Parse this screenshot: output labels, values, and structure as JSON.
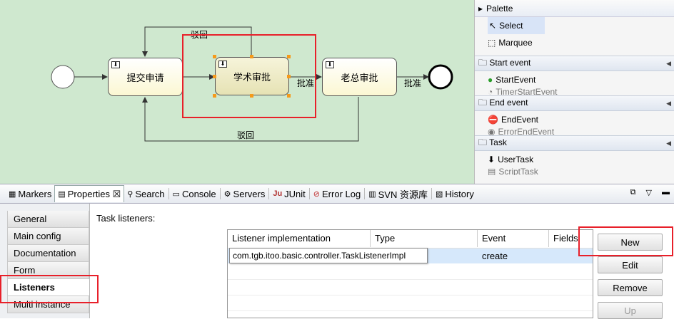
{
  "diagram": {
    "tasks": [
      {
        "label": "提交申请"
      },
      {
        "label": "学术审批"
      },
      {
        "label": "老总审批"
      }
    ],
    "flow_labels": {
      "reject_top": "驳回",
      "reject_bottom": "驳回",
      "approve_1": "批准",
      "approve_2": "批准"
    }
  },
  "palette": {
    "title": "Palette",
    "tools": [
      {
        "label": "Select",
        "icon": "arrow-cursor-icon"
      },
      {
        "label": "Marquee",
        "icon": "marquee-icon"
      }
    ],
    "sections": [
      {
        "title": "Start event",
        "items": [
          "StartEvent",
          "TimerStartEvent"
        ]
      },
      {
        "title": "End event",
        "items": [
          "EndEvent",
          "ErrorEndEvent"
        ]
      },
      {
        "title": "Task",
        "items": [
          "UserTask",
          "ScriptTask"
        ]
      }
    ]
  },
  "tabs": [
    {
      "label": "Markers",
      "icon": "markers-icon"
    },
    {
      "label": "Properties ☒",
      "icon": "properties-icon",
      "active": true
    },
    {
      "label": "Search",
      "icon": "search-icon"
    },
    {
      "label": "Console",
      "icon": "console-icon"
    },
    {
      "label": "Servers",
      "icon": "servers-icon"
    },
    {
      "label": "JUnit",
      "icon": "junit-icon"
    },
    {
      "label": "Error Log",
      "icon": "error-log-icon"
    },
    {
      "label": "SVN 资源库",
      "icon": "svn-icon"
    },
    {
      "label": "History",
      "icon": "history-icon"
    }
  ],
  "left_tabs": [
    "General",
    "Main config",
    "Documentation",
    "Form",
    "Listeners",
    "Multi instance"
  ],
  "active_left_tab": "Listeners",
  "section_label": "Task listeners:",
  "table": {
    "columns": [
      "Listener implementation",
      "Type",
      "Event",
      "Fields"
    ],
    "rows": [
      {
        "implementation": "com.tgb.itoo.basic.controller.TaskListenerImpl",
        "type": "",
        "event": "create",
        "fields": ""
      }
    ]
  },
  "buttons": {
    "new": "New",
    "edit": "Edit",
    "remove": "Remove",
    "up": "Up"
  },
  "highlight_color": "#e8202a"
}
